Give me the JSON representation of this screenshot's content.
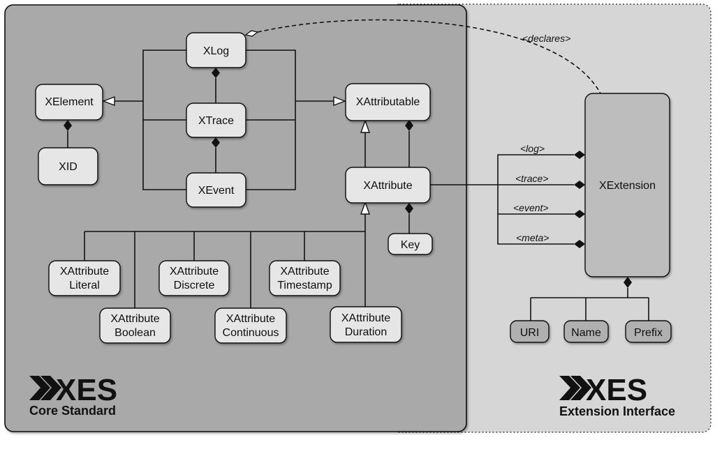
{
  "core": {
    "logo_text": "XES",
    "subtitle": "Core Standard",
    "nodes": {
      "xlog": "XLog",
      "xtrace": "XTrace",
      "xevent": "XEvent",
      "xelement": "XElement",
      "xid": "XID",
      "xattributable": "XAttributable",
      "xattribute": "XAttribute",
      "key": "Key",
      "literal": [
        "XAttribute",
        "Literal"
      ],
      "discrete": [
        "XAttribute",
        "Discrete"
      ],
      "timestamp": [
        "XAttribute",
        "Timestamp"
      ],
      "boolean": [
        "XAttribute",
        "Boolean"
      ],
      "continuous": [
        "XAttribute",
        "Continuous"
      ],
      "duration": [
        "XAttribute",
        "Duration"
      ]
    }
  },
  "extension": {
    "logo_text": "XES",
    "subtitle": "Extension Interface",
    "xextension": "XExtension",
    "declares_label": "<declares>",
    "scope_labels": [
      "<log>",
      "<trace>",
      "<event>",
      "<meta>"
    ],
    "properties": [
      "URI",
      "Name",
      "Prefix"
    ]
  },
  "colors": {
    "core_panel": "#a9a9a9",
    "extension_panel": "#d6d6d6",
    "node_fill": "#e6e6e6",
    "xextension_fill": "#bdbdbd",
    "property_fill": "#b0b0b0",
    "line": "#111111"
  }
}
